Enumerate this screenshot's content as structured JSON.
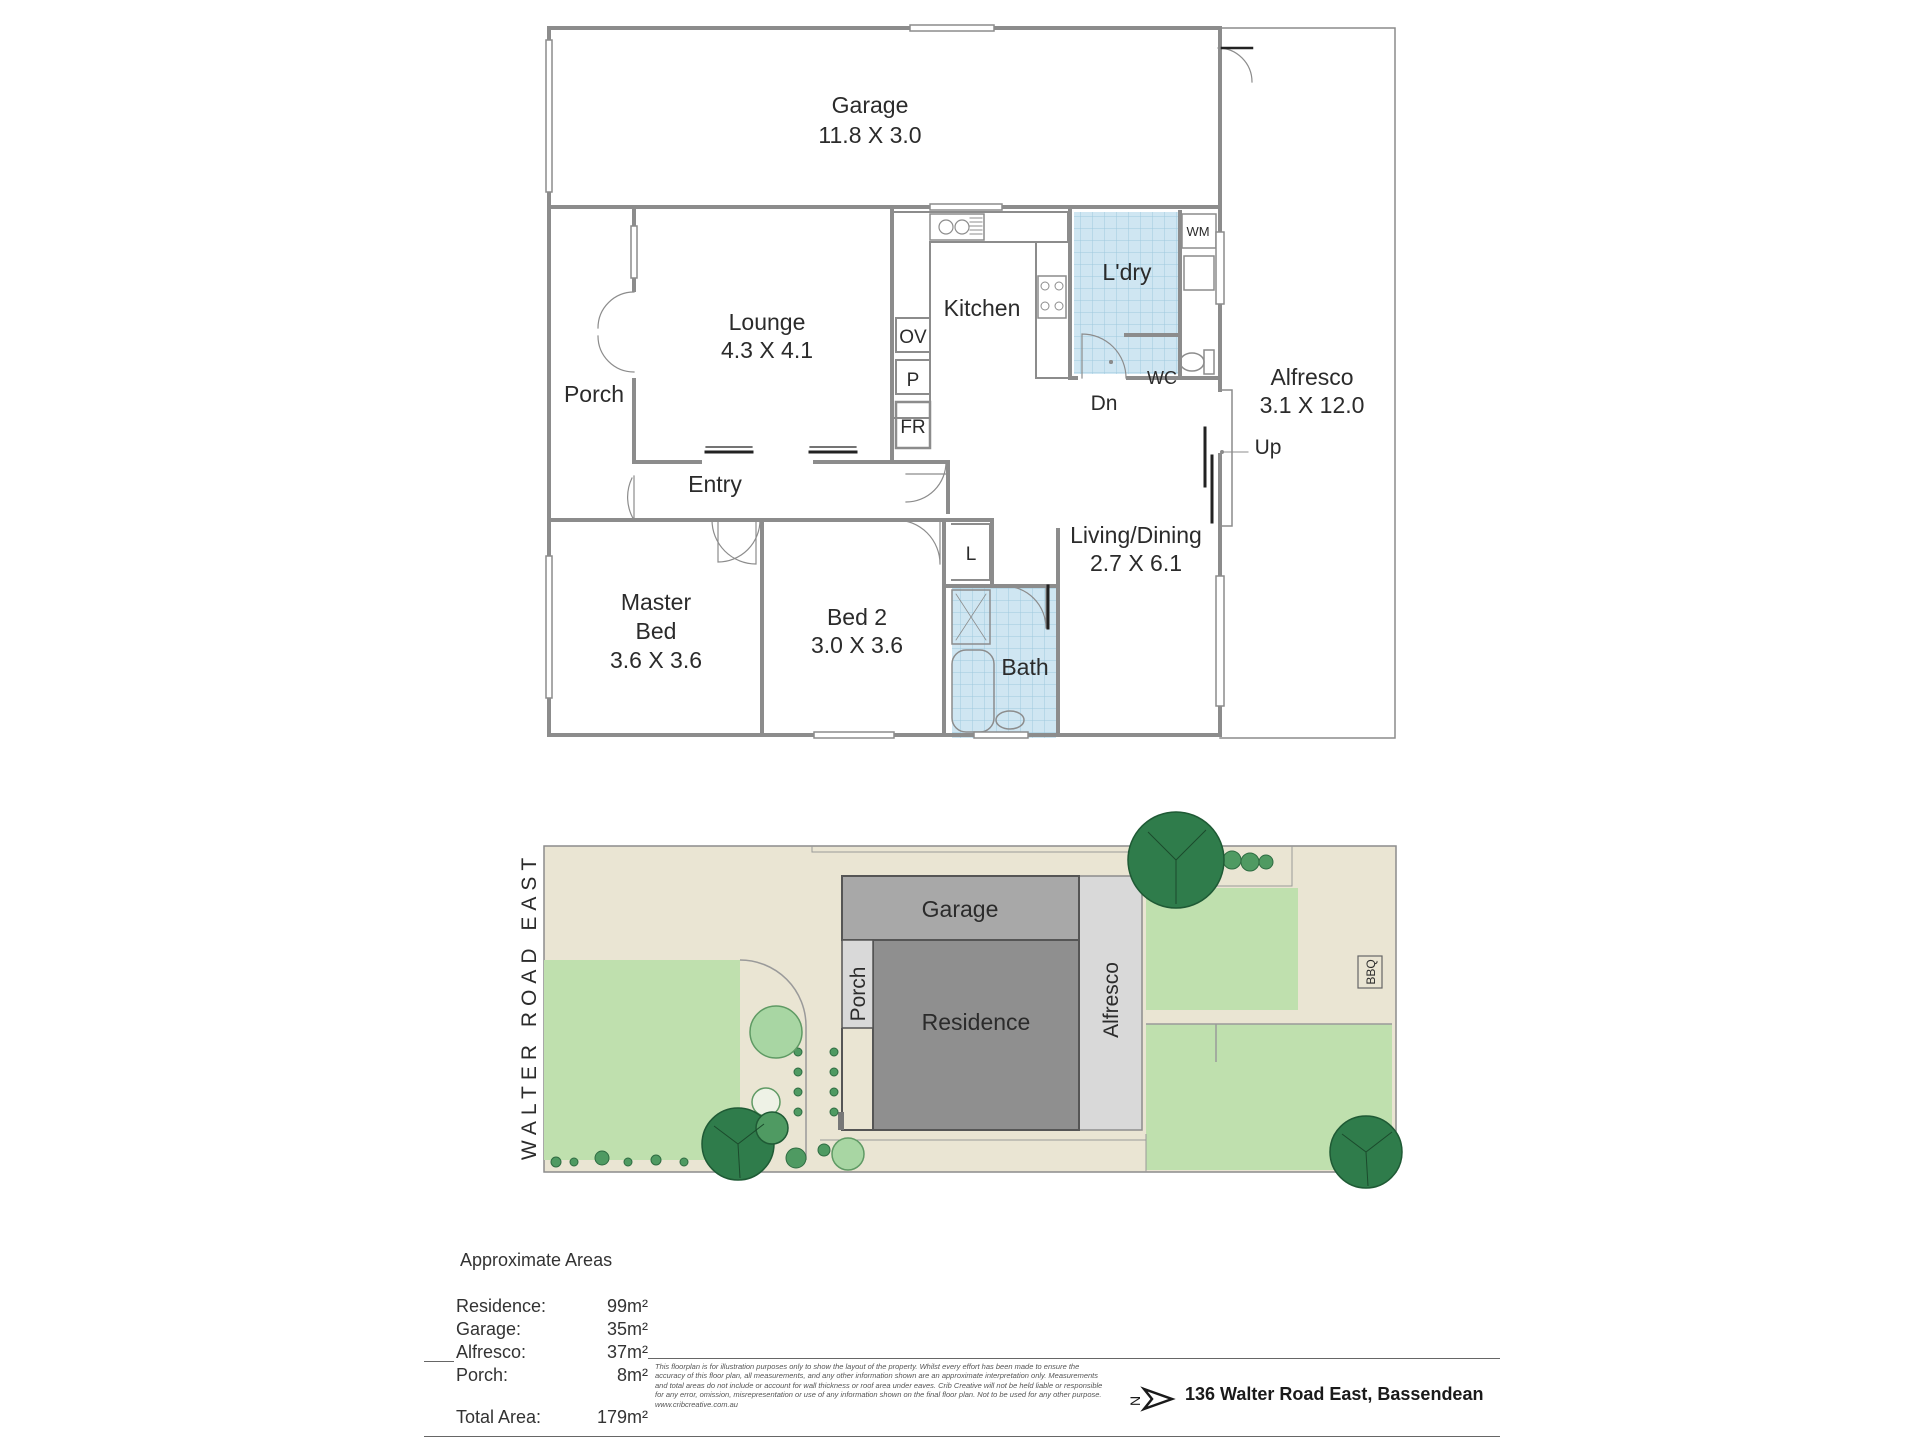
{
  "colors": {
    "wall": "#8c8c8c",
    "lawn": "#bfe0ae",
    "sand": "#eae5d3",
    "building": "#8f8f8f",
    "tile": "#cfe6f2",
    "tree_dark": "#2f7c4b",
    "tree_light": "#a8d6a3"
  },
  "floor_plan": {
    "garage": {
      "name": "Garage",
      "size": "11.8 X 3.0"
    },
    "lounge": {
      "name": "Lounge",
      "size": "4.3 X 4.1"
    },
    "kitchen": {
      "name": "Kitchen"
    },
    "laundry": {
      "name": "L'dry"
    },
    "wm": "WM",
    "wc": "WC",
    "dn": "Dn",
    "up": "Up",
    "alfresco": {
      "name": "Alfresco",
      "size": "3.1 X 12.0"
    },
    "porch": "Porch",
    "entry": "Entry",
    "oven": "OV",
    "pantry": "P",
    "fridge": "FR",
    "linen": "L",
    "master_bed": {
      "name_line1": "Master",
      "name_line2": "Bed",
      "size": "3.6 X 3.6"
    },
    "bed2": {
      "name": "Bed 2",
      "size": "3.0 X 3.6"
    },
    "bath": "Bath",
    "living": {
      "name": "Living/Dining",
      "size": "2.7 X 6.1"
    }
  },
  "site_plan": {
    "street": "WALTER ROAD EAST",
    "garage": "Garage",
    "porch": "Porch",
    "residence": "Residence",
    "alfresco": "Alfresco",
    "bbq": "BBQ"
  },
  "areas": {
    "heading": "Approximate Areas",
    "rows": [
      {
        "label": "Residence:",
        "value": "99m²"
      },
      {
        "label": "Garage:",
        "value": "35m²"
      },
      {
        "label": "Alfresco:",
        "value": "37m²"
      },
      {
        "label": "Porch:",
        "value": "8m²"
      },
      {
        "label": "Total Area:",
        "value": "179m²"
      }
    ]
  },
  "disclaimer": "This floorplan is for illustration purposes only to show the layout of the property. Whilst every effort has been made to ensure the accuracy of this floor plan, all measurements, and any other information shown are an approximate interpretation only. Measurements and total areas do not include or account for wall thickness or roof area under eaves. Crib Creative will not be held liable or responsible for any error, omission, misrepresentation or use of any information shown on the final floor plan. Not to be used for any other purpose. www.cribcreative.com.au",
  "north_label": "N",
  "address": "136 Walter Road East, Bassendean"
}
